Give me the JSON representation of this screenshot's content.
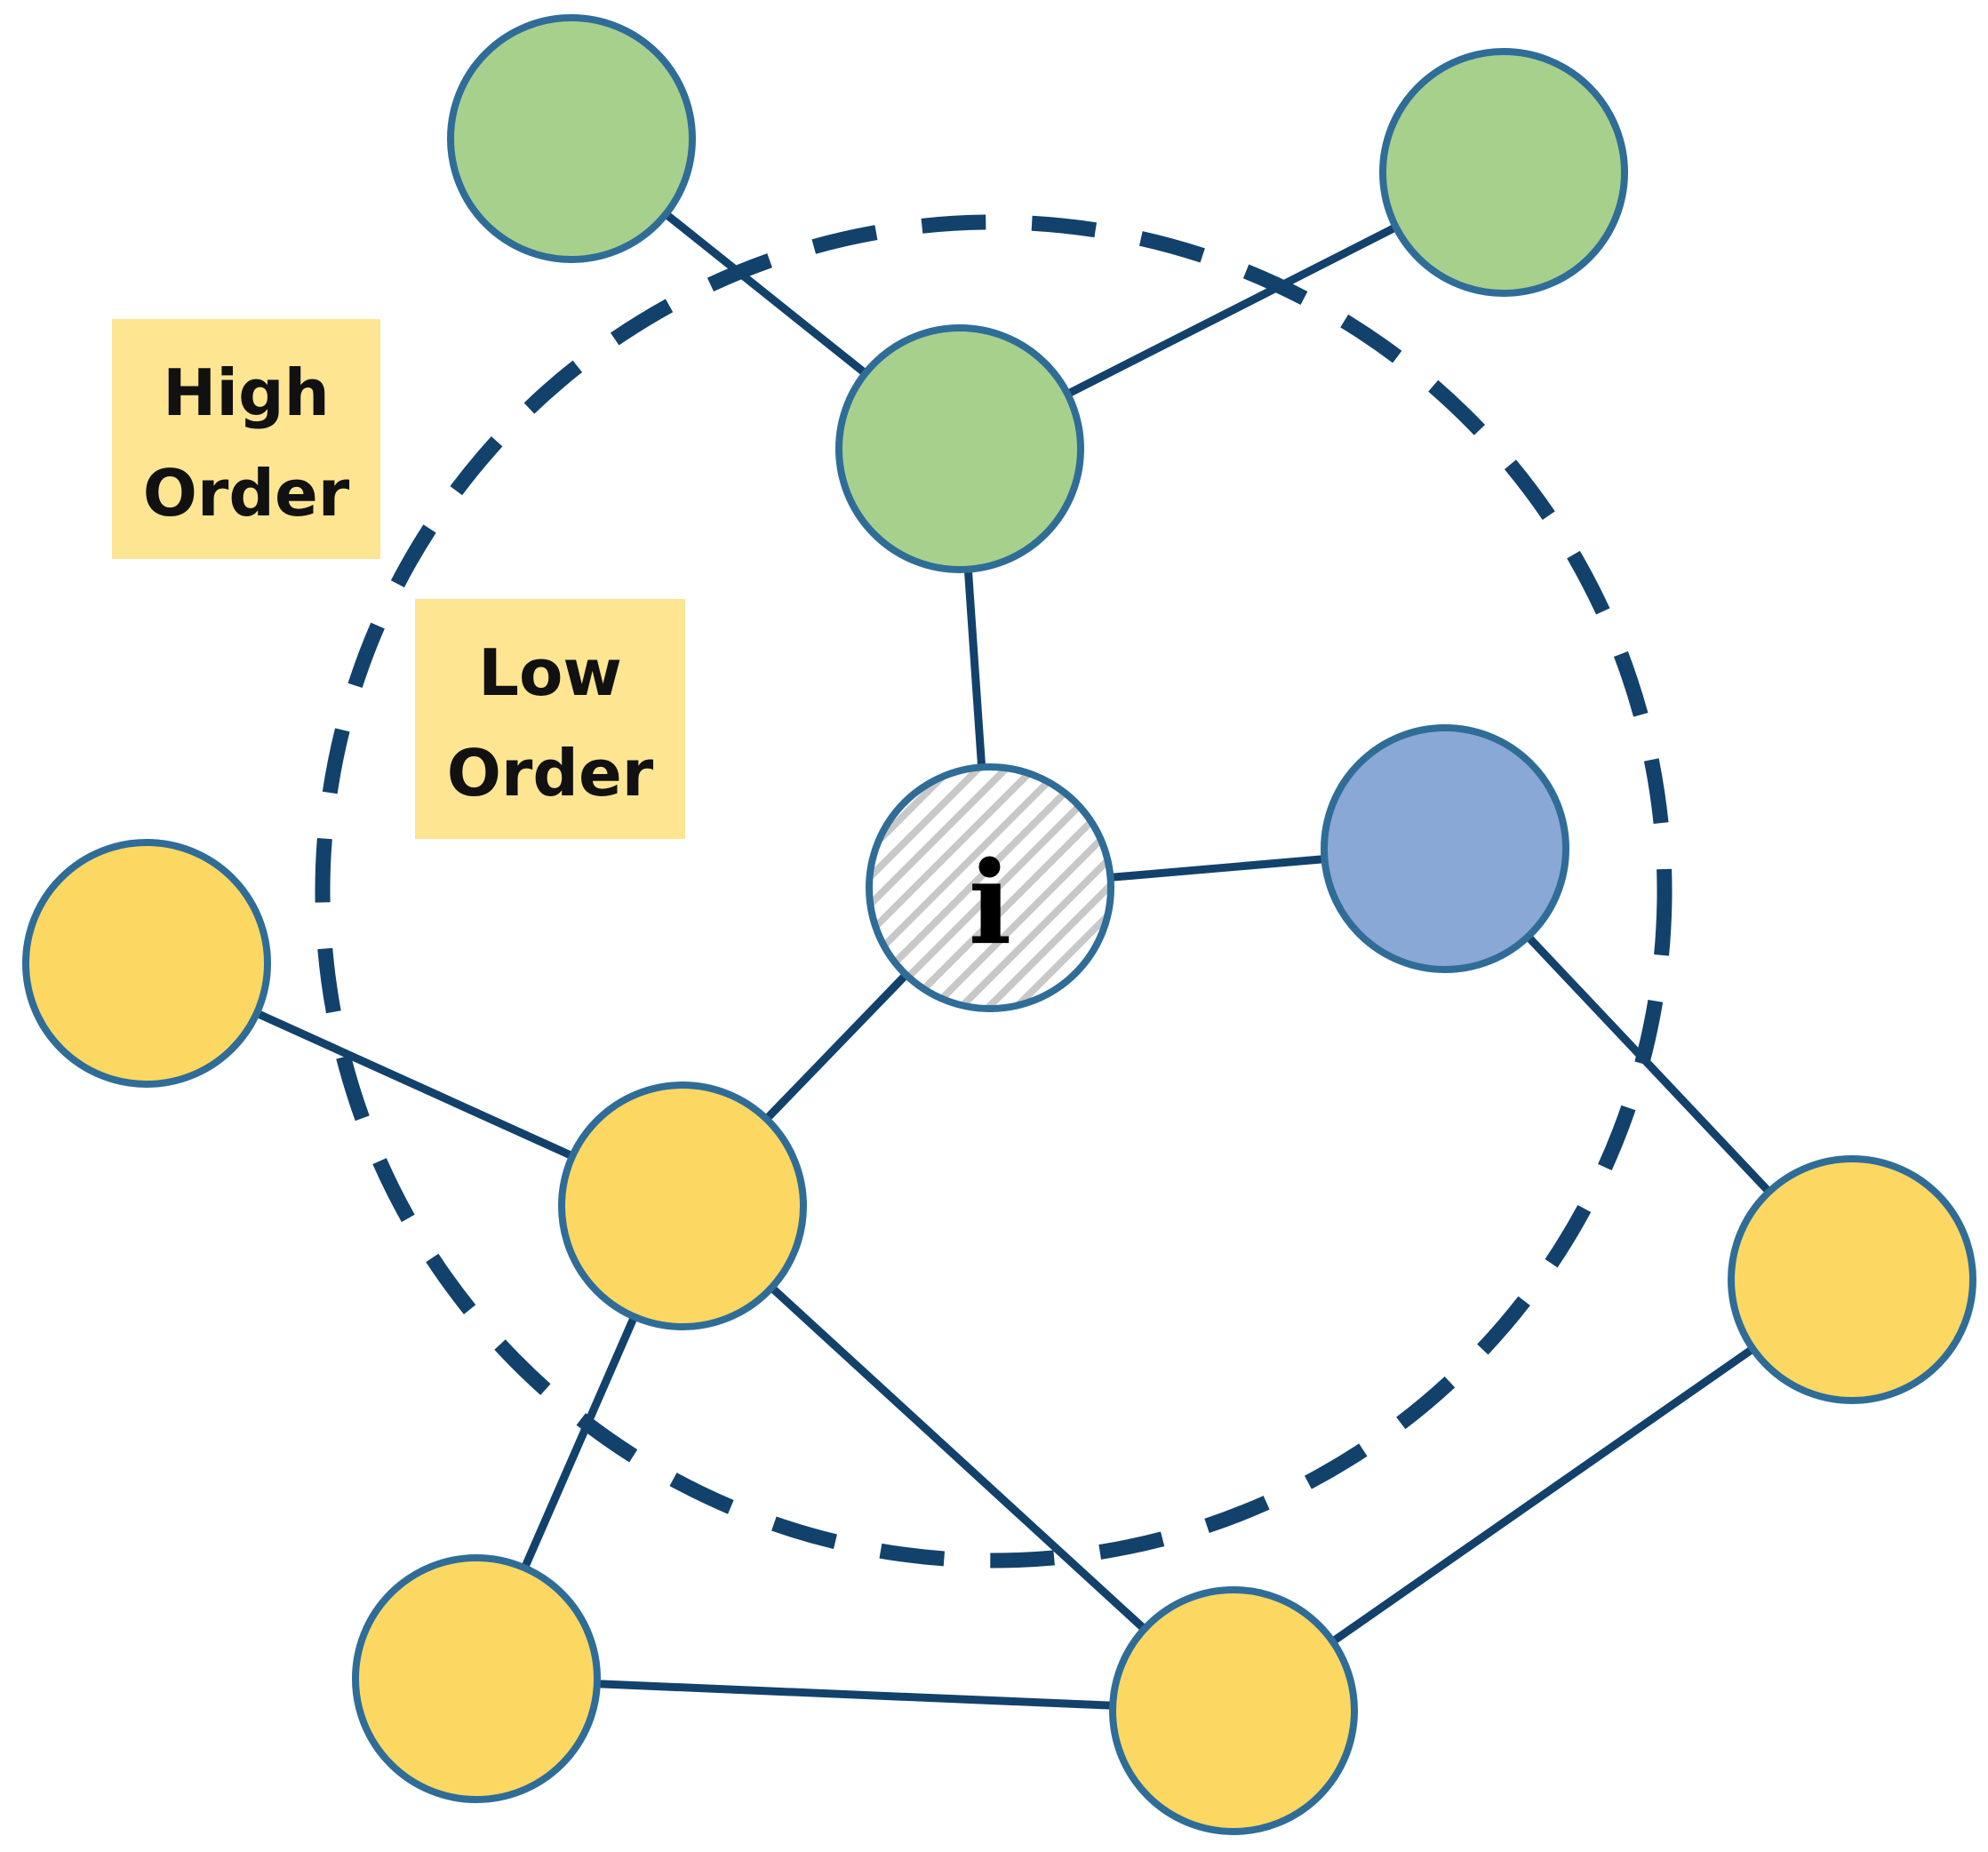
{
  "labels": {
    "high_order_line1": "High",
    "high_order_line2": "Order",
    "low_order_line1": "Low",
    "low_order_line2": "Order",
    "center_node": "i"
  },
  "colors": {
    "green_node": "#a8d08d",
    "yellow_node": "#fcd862",
    "blue_node": "#8aa8d5",
    "center_node_hatch": "#c8c8c8",
    "edge": "#12426b",
    "node_border": "#2f6d98",
    "label_box": "#fde592"
  },
  "nodes": [
    {
      "id": "green-top-left",
      "group": "green"
    },
    {
      "id": "green-top-right",
      "group": "green"
    },
    {
      "id": "green-hub",
      "group": "green"
    },
    {
      "id": "center-i",
      "group": "center"
    },
    {
      "id": "blue",
      "group": "blue"
    },
    {
      "id": "yellow-left",
      "group": "yellow"
    },
    {
      "id": "yellow-mid",
      "group": "yellow"
    },
    {
      "id": "yellow-right",
      "group": "yellow"
    },
    {
      "id": "yellow-bottom-left",
      "group": "yellow"
    },
    {
      "id": "yellow-bottom-mid",
      "group": "yellow"
    }
  ],
  "edges": [
    {
      "from": "green-top-left",
      "to": "green-hub"
    },
    {
      "from": "green-top-right",
      "to": "green-hub"
    },
    {
      "from": "green-hub",
      "to": "center-i"
    },
    {
      "from": "center-i",
      "to": "blue"
    },
    {
      "from": "center-i",
      "to": "yellow-mid"
    },
    {
      "from": "blue",
      "to": "yellow-right"
    },
    {
      "from": "yellow-left",
      "to": "yellow-mid"
    },
    {
      "from": "yellow-mid",
      "to": "yellow-bottom-left"
    },
    {
      "from": "yellow-mid",
      "to": "yellow-bottom-mid"
    },
    {
      "from": "yellow-bottom-left",
      "to": "yellow-bottom-mid"
    },
    {
      "from": "yellow-right",
      "to": "yellow-bottom-mid"
    }
  ]
}
